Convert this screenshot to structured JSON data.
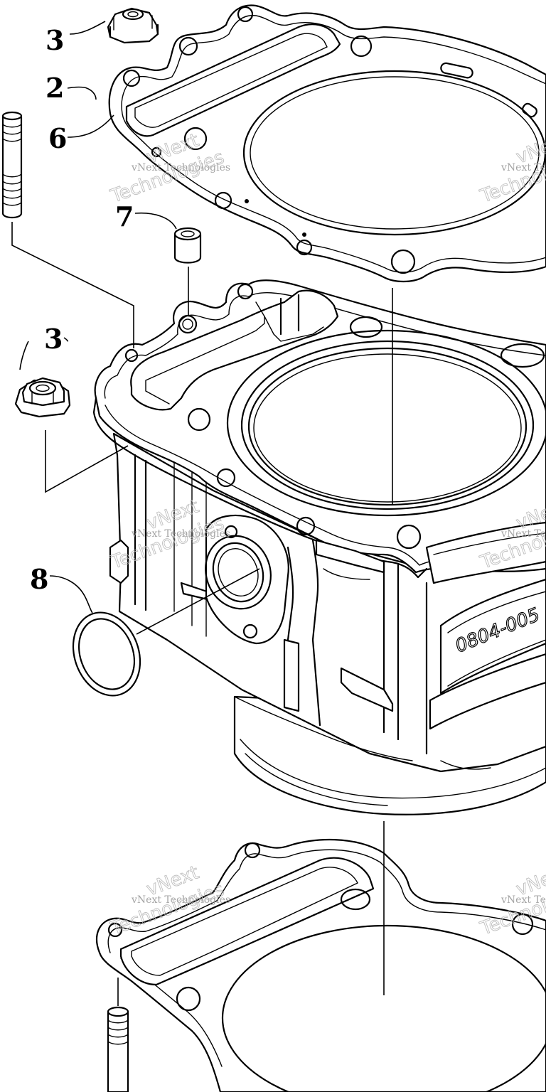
{
  "callouts": [
    {
      "id": "nut-top",
      "label": "3"
    },
    {
      "id": "stud",
      "label": "2"
    },
    {
      "id": "head-gasket",
      "label": "6"
    },
    {
      "id": "dowel",
      "label": "7"
    },
    {
      "id": "nut-side",
      "label": "3"
    },
    {
      "id": "o-ring",
      "label": "8"
    }
  ],
  "cylinder_code": "0804-005",
  "watermark": {
    "line1": "vNext",
    "line2": "vNext Technologies",
    "line3": "Technologies"
  },
  "colors": {
    "line": "#000000",
    "background": "#ffffff",
    "watermark": "#9a9a9a"
  }
}
